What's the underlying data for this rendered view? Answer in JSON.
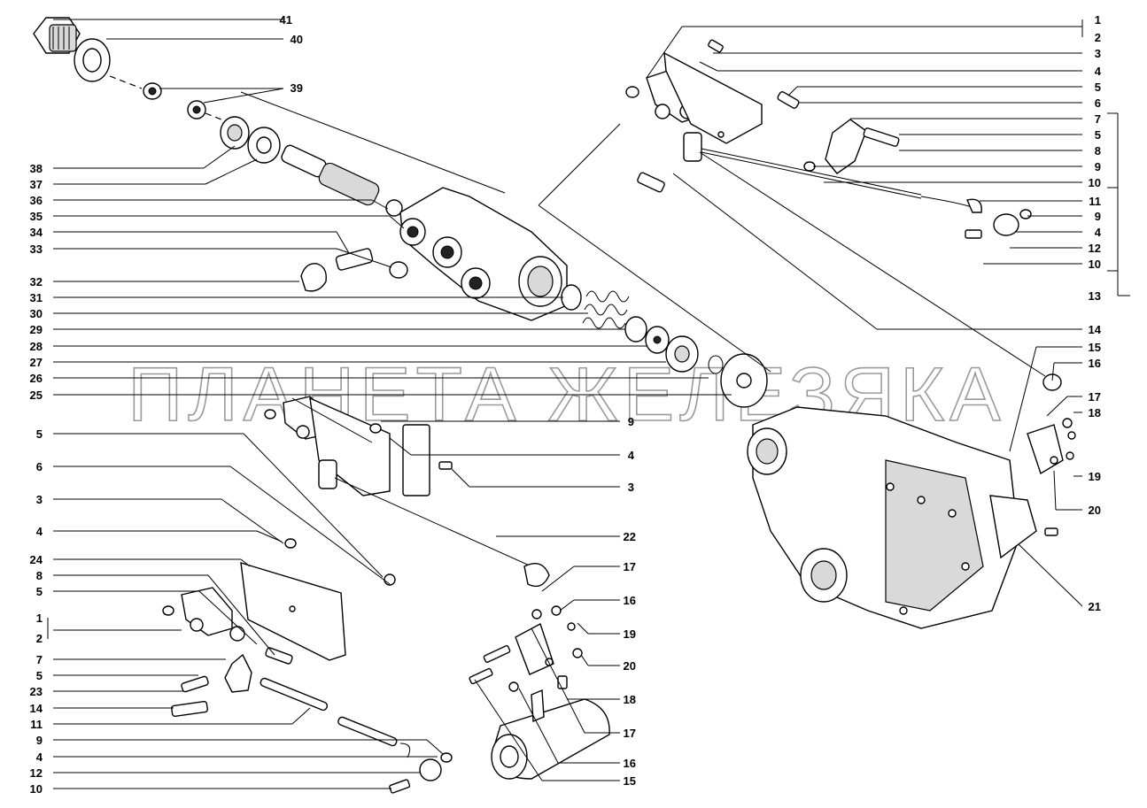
{
  "watermark": "ПЛАНЕТА ЖЕЛЕЗЯКА",
  "callouts": {
    "left_column": [
      "41",
      "40",
      "39",
      "38",
      "37",
      "36",
      "35",
      "34",
      "33",
      "32",
      "31",
      "30",
      "29",
      "28",
      "27",
      "26",
      "25",
      "5",
      "6",
      "3",
      "4",
      "24",
      "8",
      "5",
      "1",
      "2",
      "7",
      "5",
      "23",
      "14",
      "11",
      "9",
      "4",
      "12",
      "10"
    ],
    "top_right_column": [
      "1",
      "2",
      "3",
      "4",
      "5",
      "6",
      "7",
      "5",
      "8",
      "9",
      "10",
      "11",
      "9",
      "4",
      "12",
      "10",
      "13"
    ],
    "right_column": [
      "14",
      "15",
      "16",
      "17",
      "18",
      "19",
      "20",
      "21"
    ],
    "middle_column": [
      "9",
      "4",
      "3",
      "22",
      "17",
      "16",
      "19",
      "20",
      "18",
      "17",
      "16",
      "15"
    ]
  },
  "colors": {
    "ink": "#000000",
    "paper": "#ffffff",
    "shade": "#d9d9d9",
    "watermark": "#9a9a9a"
  }
}
